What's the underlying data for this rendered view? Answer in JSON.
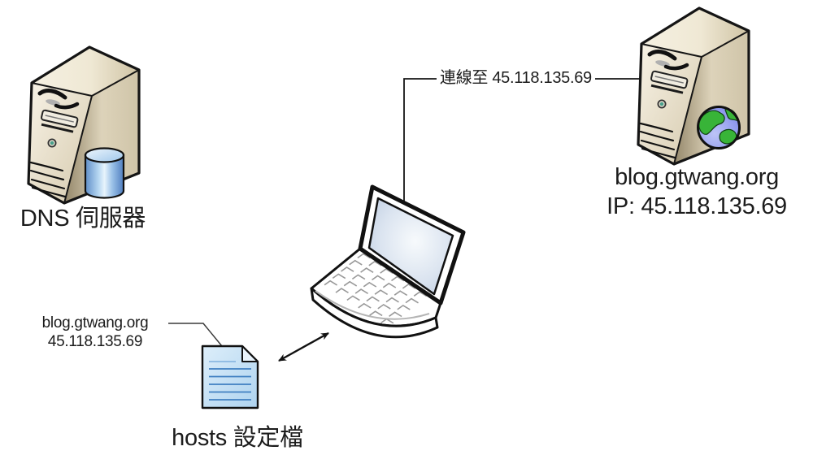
{
  "diagram": {
    "nodes": {
      "dns_server": {
        "label": "DNS 伺服器",
        "icon": "tower-server-with-database"
      },
      "web_server": {
        "domain": "blog.gtwang.org",
        "ip": "IP: 45.118.135.69",
        "icon": "tower-server-with-globe"
      },
      "client": {
        "icon": "laptop"
      },
      "hosts_file": {
        "label": "hosts 設定檔",
        "entry_domain": "blog.gtwang.org",
        "entry_ip": "45.118.135.69",
        "icon": "document"
      }
    },
    "connection": {
      "label": "連線至 45.118.135.69"
    },
    "colors": {
      "server_body": "#d7cbaf",
      "server_side": "#a2957a",
      "database_blue": "#5f8ec8",
      "globe_ocean": "#7e88ea",
      "globe_land": "#38b438",
      "document_blue": "#b2d6f0",
      "document_line": "#3f7fc1",
      "screen_blue": "#cdd9ea",
      "outline": "#151515"
    }
  }
}
